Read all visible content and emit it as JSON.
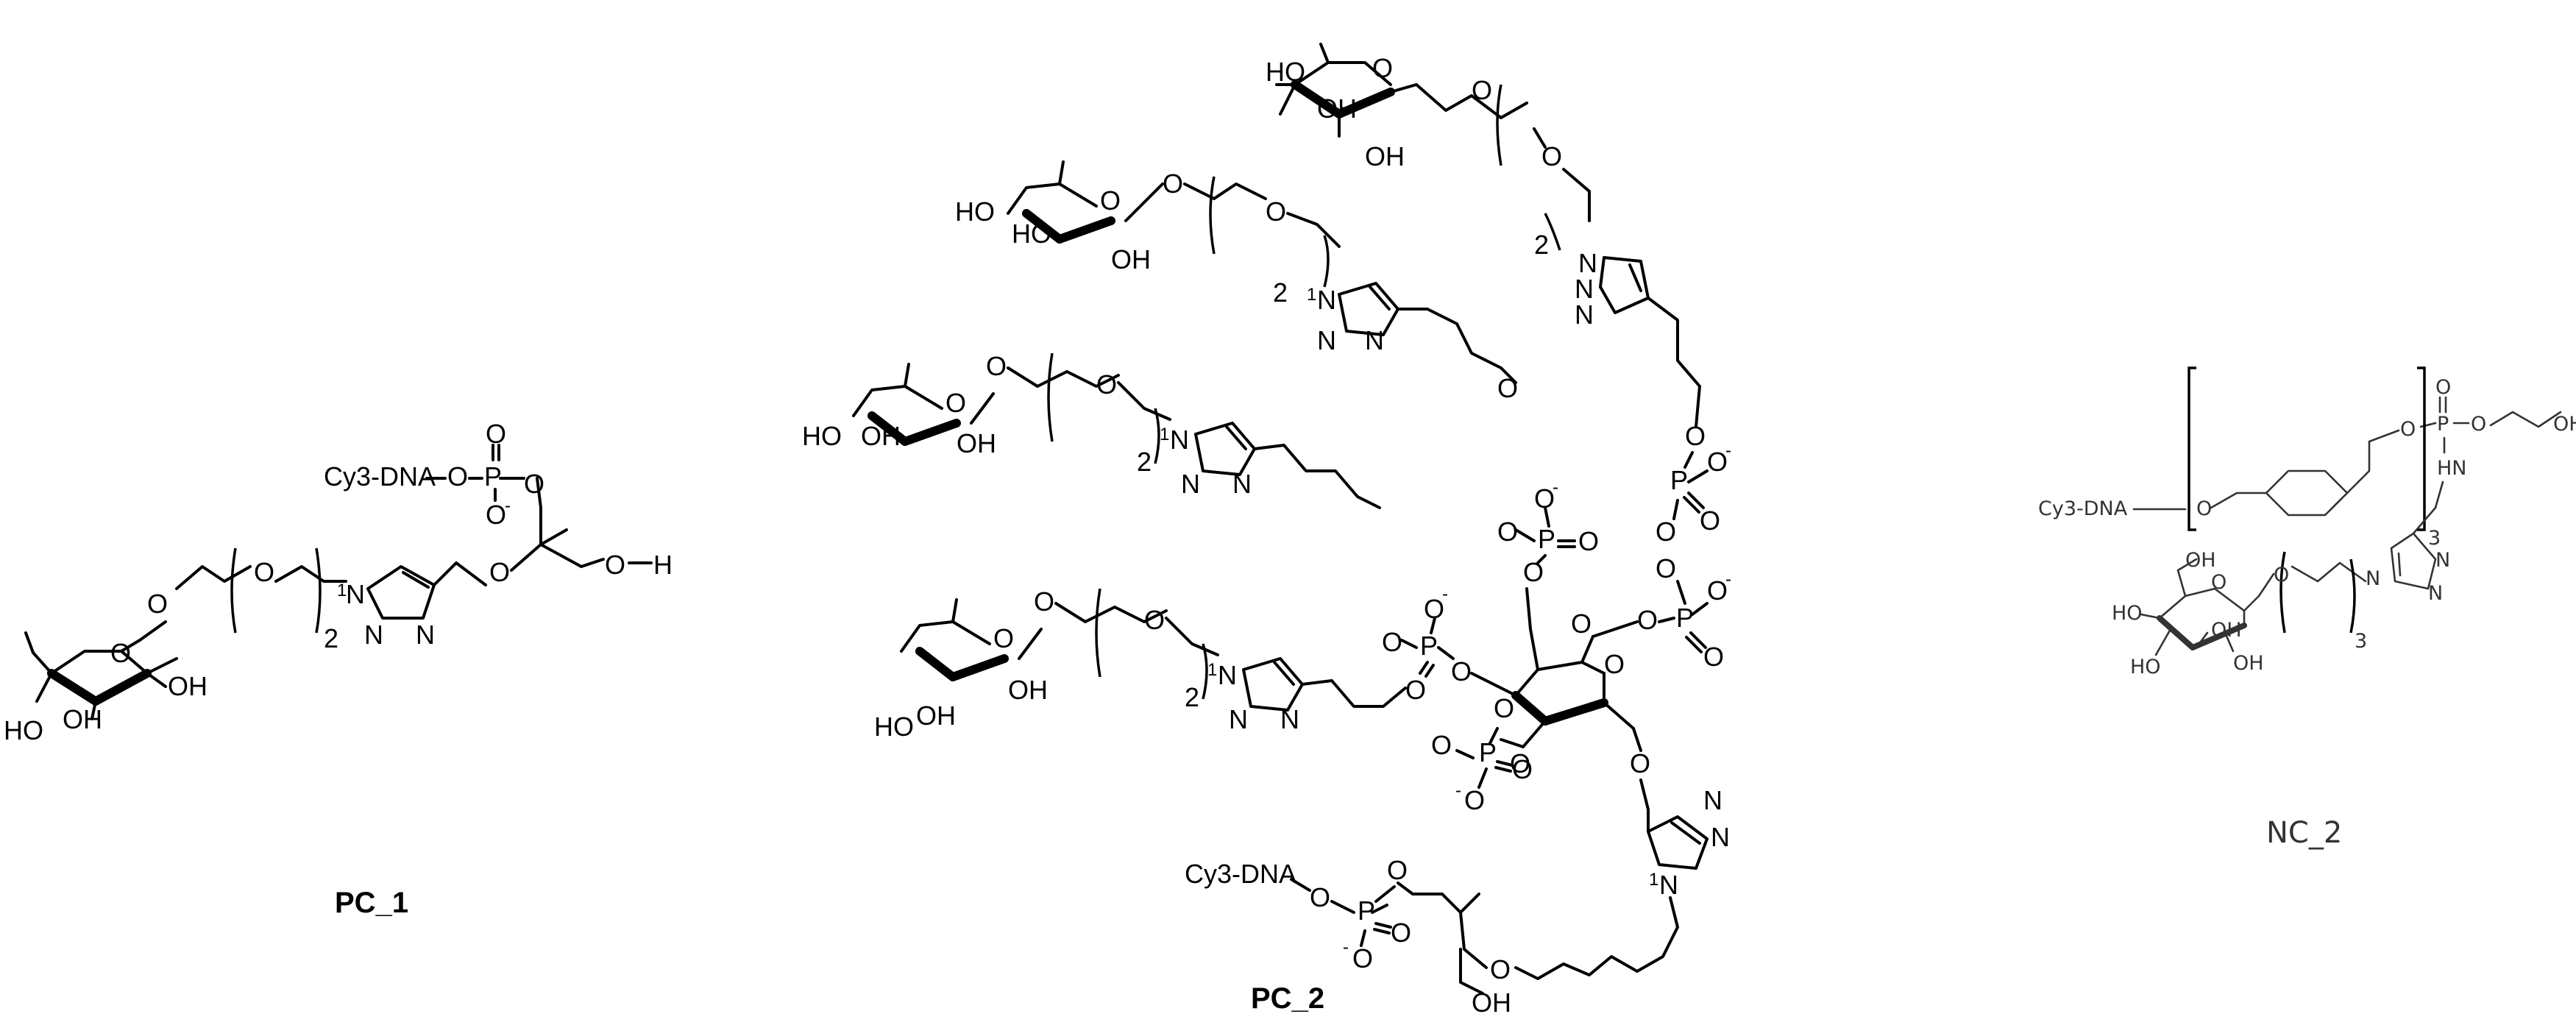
{
  "compounds": [
    {
      "id": "pc1",
      "label": "PC_1",
      "dna": "Cy3-DNA",
      "repeat": "2"
    },
    {
      "id": "pc2",
      "label": "PC_2",
      "dna": "Cy3-DNA",
      "repeat": "2"
    },
    {
      "id": "nc2",
      "label": "NC_2",
      "dna": "Cy3-DNA",
      "repeat": "3"
    }
  ],
  "atoms": {
    "O": "O",
    "P": "P",
    "N": "N",
    "OH": "OH",
    "HO": "HO",
    "H": "H",
    "HN": "HN",
    "neg": "-",
    "N1": "1",
    "OP": "O"
  }
}
